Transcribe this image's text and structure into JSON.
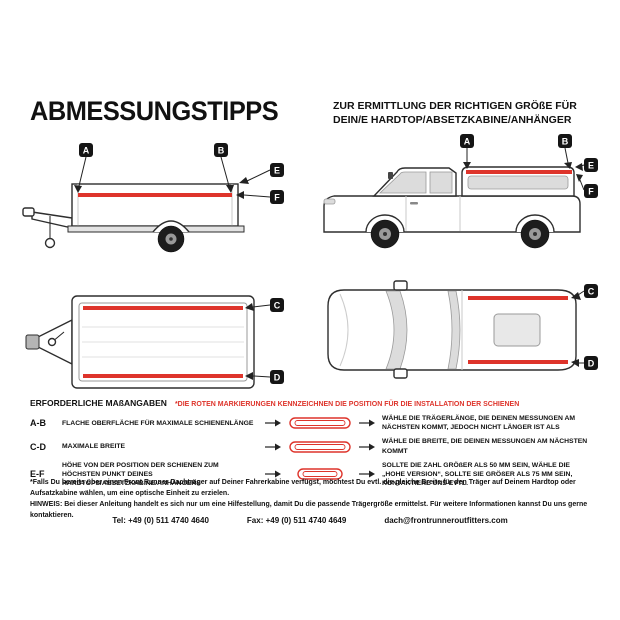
{
  "colors": {
    "accent_red": "#de342b",
    "ink": "#111111"
  },
  "header": {
    "title": "ABMESSUNGSTIPPS",
    "subtitle": "ZUR ERMITTLUNG DER RICHTIGEN GRÖßE FÜR DEIN/E HARDTOP/ABSETZKABINE/ANHÄNGER"
  },
  "markers": {
    "a": "A",
    "b": "B",
    "c": "C",
    "d": "D",
    "e": "E",
    "f": "F"
  },
  "legend": {
    "heading": "ERFORDERLICHE MAßANGABEN",
    "rail_note": "*DIE ROTEN MARKIERUNGEN KENNZEICHNEN DIE POSITION FÜR DIE INSTALLATION DER SCHIENEN",
    "rows": [
      {
        "range": "A-B",
        "label": "FLACHE OBERFLÄCHE FÜR MAXIMALE SCHIENENLÄNGE",
        "result": "WÄHLE DIE TRÄGERLÄNGE, DIE DEINEN MESSUNGEN AM NÄCHSTEN KOMMT, JEDOCH NICHT LÄNGER IST ALS"
      },
      {
        "range": "C-D",
        "label": "MAXIMALE BREITE",
        "result": "WÄHLE DIE BREITE, DIE DEINEN MESSUNGEN AM NÄCHSTEN KOMMT"
      },
      {
        "range": "E-F",
        "label": "HÖHE VON DER POSITION DER SCHIENEN ZUM HÖCHSTEN PUNKT DEINES HARDTOPS/ABSETZKABINE/ANHÄNGERS",
        "result": "SOLLTE DIE ZAHL GRÖßER ALS 50 MM SEIN, WÄHLE DIE „HOHE VERSION“, SOLLTE SIE GRÖßER ALS 75 MM SEIN, KONTAKTIERE UNS EVTL."
      }
    ]
  },
  "notes": {
    "footnote": "*Falls Du bereits über einen Front Runner Dachträger auf Deiner Fahrerkabine verfügst, möchtest Du evtl. die gleiche Breite für den Träger auf Deinem Hardtop oder Aufsatzkabine wählen, um eine optische Einheit zu erzielen.",
    "hint": "HINWEIS: Bei dieser Anleitung handelt es sich nur um eine Hilfestellung, damit Du die passende Trägergröße ermittelst. Für weitere Informationen kannst Du uns gerne kontaktieren."
  },
  "contact": {
    "tel": "Tel: +49 (0) 511 4740 4640",
    "fax": "Fax: +49 (0) 511 4740 4649",
    "email": "dach@frontrunneroutfitters.com"
  }
}
